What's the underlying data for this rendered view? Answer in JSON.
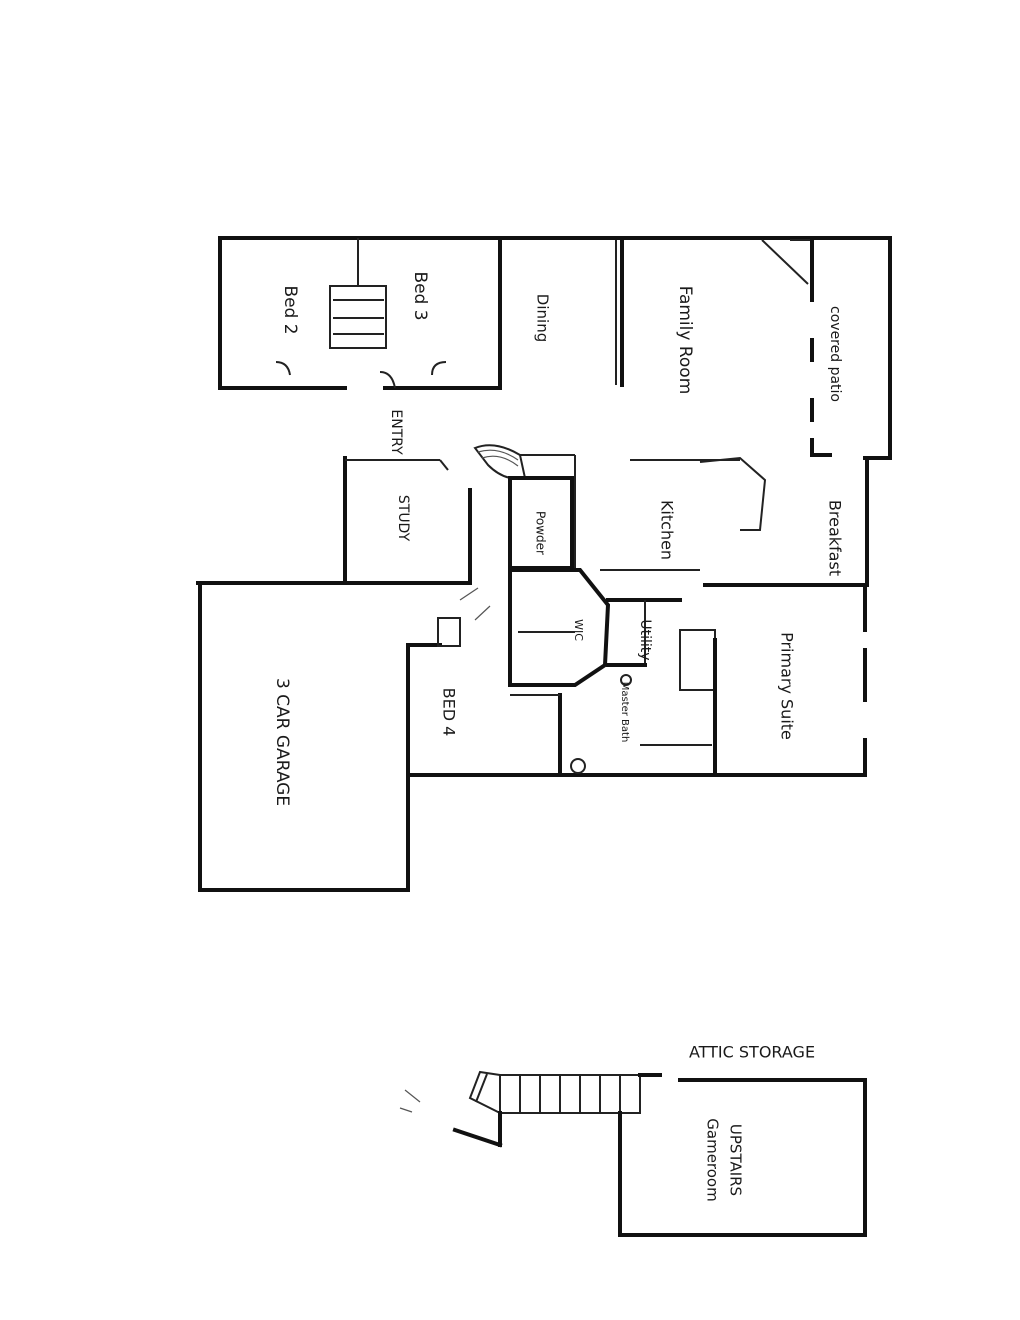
{
  "main_floor": {
    "rooms": {
      "bed2": "Bed 2",
      "bed3": "Bed 3",
      "dining": "Dining",
      "family_room": "Family Room",
      "covered_patio": "covered patio",
      "entry": "ENTRY",
      "study": "STUDY",
      "powder": "Powder",
      "kitchen": "Kitchen",
      "breakfast": "Breakfast",
      "wic": "WIC",
      "utility": "Utility",
      "primary_suite": "Primary Suite",
      "master_bath": "Master Bath",
      "bed4": "BED 4",
      "garage": "3 CAR GARAGE"
    }
  },
  "upper_floor": {
    "attic": "ATTIC STORAGE",
    "gameroom_line1": "UPSTAIRS",
    "gameroom_line2": "Gameroom"
  }
}
